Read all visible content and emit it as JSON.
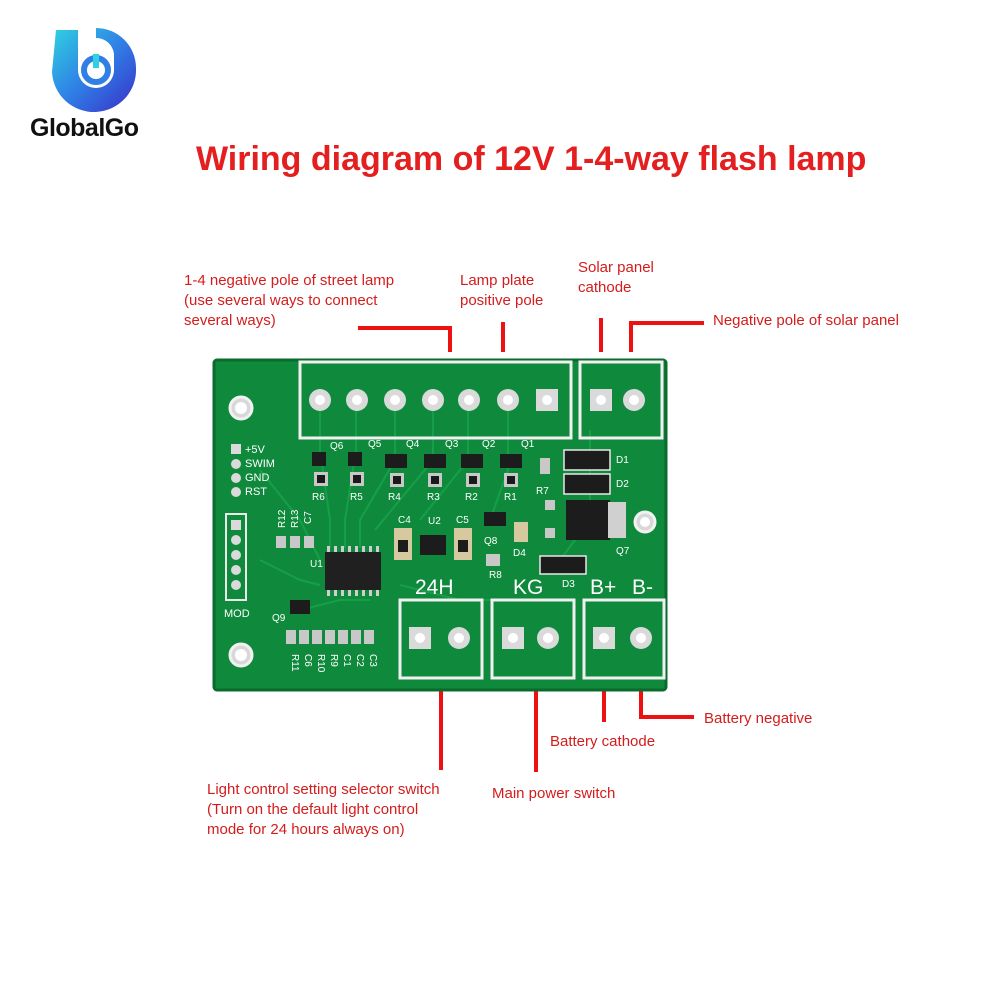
{
  "brand": {
    "name": "GlobalGo"
  },
  "title": "Wiring diagram of 12V 1-4-way flash lamp",
  "colors": {
    "accent": "#e41f1f",
    "label": "#d41c1c",
    "pcb": "#0f8a3c",
    "logo_blue": "#2a4fd0",
    "logo_cyan": "#2fd3e0"
  },
  "labels": {
    "street_lamp_negative": [
      "1-4 negative pole of street lamp",
      "(use several ways to connect",
      "several ways)"
    ],
    "lamp_plate_positive": [
      "Lamp plate",
      "positive pole"
    ],
    "solar_cathode": [
      "Solar panel",
      "cathode"
    ],
    "solar_negative": "Negative pole of solar panel",
    "battery_negative": "Battery negative",
    "battery_cathode": "Battery cathode",
    "main_power_switch": "Main power switch",
    "light_control": [
      "Light control setting selector switch",
      "(Turn on the default light control",
      "mode for 24 hours always on)"
    ]
  },
  "board": {
    "terminal_24h": "24H",
    "terminal_kg": "KG",
    "terminal_bplus": "B+",
    "terminal_bminus": "B-",
    "header_pins": [
      "+5V",
      "SWIM",
      "GND",
      "RST"
    ],
    "mod_label": "MOD",
    "silk": {
      "q_labels": [
        "Q6",
        "Q5",
        "Q4",
        "Q3",
        "Q2",
        "Q1"
      ],
      "r_labels": [
        "R6",
        "R5",
        "R4",
        "R3",
        "R2",
        "R1"
      ],
      "d1": "D1",
      "d2": "D2",
      "r7": "R7",
      "c4": "C4",
      "u2": "U2",
      "c5": "C5",
      "q8": "Q8",
      "d4": "D4",
      "r8": "R8",
      "d3": "D3",
      "q7": "Q7",
      "u1": "U1",
      "q9": "Q9",
      "r12": "R12",
      "r13": "R13",
      "c7": "C7",
      "bottom_row": [
        "R11",
        "C6",
        "R10",
        "R9",
        "C1",
        "C2",
        "C3"
      ]
    }
  }
}
